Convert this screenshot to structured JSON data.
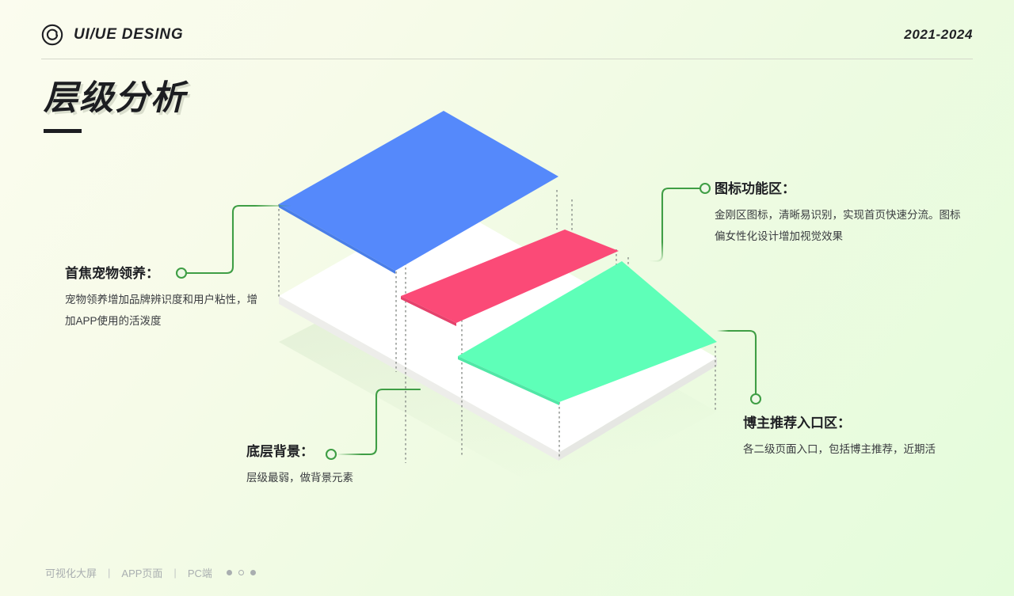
{
  "header": {
    "logo_icon": "circle-record-icon",
    "brand": "UI/UE DESING",
    "years": "2021-2024"
  },
  "title": {
    "text": "层级分析"
  },
  "annotations": [
    {
      "key": "first-focus-pet-adoption",
      "title": "首焦宠物领养：",
      "body": "宠物领养增加品牌辨识度和用户粘性，增加APP使用的活泼度",
      "connector_color": "#3f9e45"
    },
    {
      "key": "icon-function-area",
      "title": "图标功能区：",
      "body": "金刚区图标，清晰易识别，实现首页快速分流。图标偏女性化设计增加视觉效果",
      "connector_color": "#3f9e45"
    },
    {
      "key": "base-background",
      "title": "底层背景：",
      "body": "层级最弱，做背景元素",
      "connector_color": "#3f9e45"
    },
    {
      "key": "blogger-recommend-entry",
      "title": "博主推荐入口区：",
      "body": "各二级页面入口，包括博主推荐，近期活",
      "connector_color": "#3f9e45"
    }
  ],
  "illustration": {
    "type": "isometric-layer-stack",
    "layers": [
      {
        "name": "blue-layer",
        "label": "首焦宠物领养",
        "color": "#5589fb"
      },
      {
        "name": "red-layer",
        "label": "图标功能区",
        "color": "#fb4a77"
      },
      {
        "name": "green-layer",
        "label": "博主推荐入口区",
        "color": "#5effb8"
      },
      {
        "name": "white-base",
        "label": "底层背景",
        "color": "#ffffff"
      }
    ],
    "guide_line_color": "#8a8f8a"
  },
  "footer": {
    "links": [
      "可视化大屏",
      "APP页面",
      "PC端"
    ],
    "separator": "|",
    "dots": [
      "filled",
      "hollow",
      "filled"
    ]
  }
}
